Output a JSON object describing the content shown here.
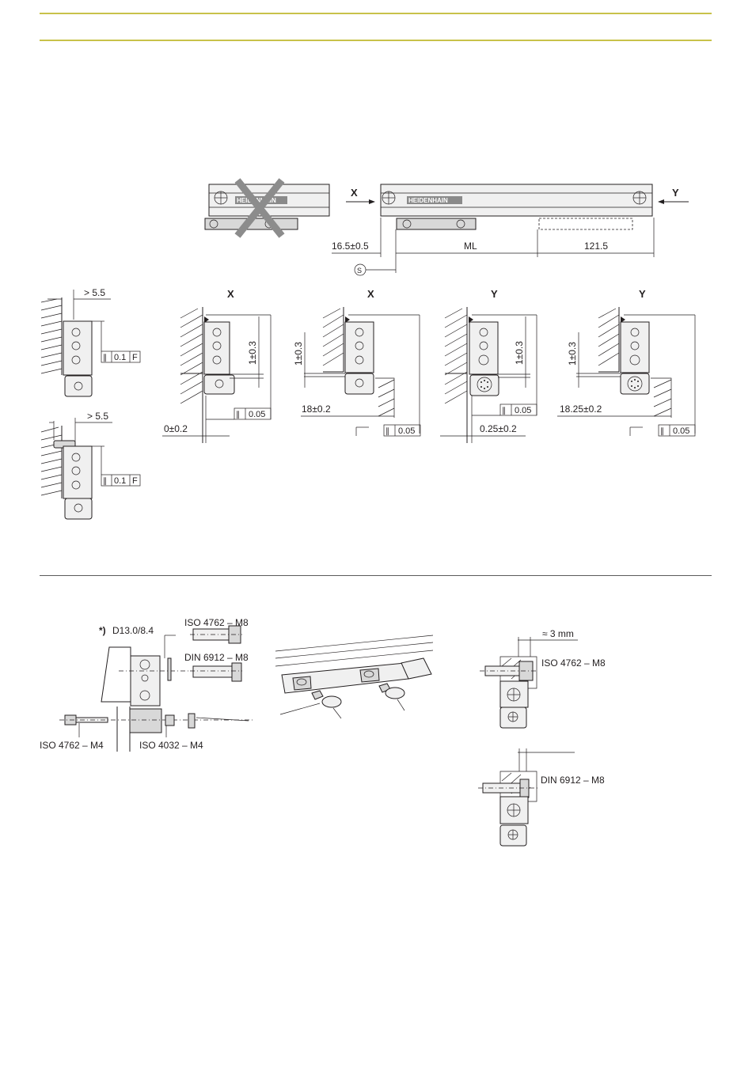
{
  "views": {
    "x": "X",
    "y": "Y",
    "detail_x_1": "X",
    "detail_x_2": "X",
    "detail_y_1": "Y",
    "detail_y_2": "Y"
  },
  "brand": "HEIDENHAIN",
  "datum_symbol": "S",
  "dimensions": {
    "offset": "16.5±0.5",
    "measuring_length": "ML",
    "end_length": "121.5",
    "clearance_1": "> 5.5",
    "clearance_2": "> 5.5",
    "parallel_1": "0.1",
    "parallel_2": "0.1",
    "datum_f_1": "F",
    "datum_f_2": "F",
    "height_1": "1±0.3",
    "height_2": "1±0.3",
    "height_3": "1±0.3",
    "height_4": "1±0.3",
    "tol_1": "0.05",
    "tol_2": "0.05",
    "tol_3": "0.05",
    "tol_4": "0.05",
    "gap_1": "0±0.2",
    "gap_2": "18±0.2",
    "gap_3": "0.25±0.2",
    "gap_4": "18.25±0.2",
    "approx_gap": "≈ 3 mm"
  },
  "mounting": {
    "footnote_marker": "*)",
    "washer": "D13.0/8.4",
    "screw_iso_m8_1": "ISO 4762 – M8",
    "screw_din_m8_1": "DIN 6912 – M8",
    "screw_iso_m4": "ISO 4762 – M4",
    "nut_iso_m4": "ISO 4032 – M4",
    "screw_iso_m8_2": "ISO 4762 – M8",
    "screw_din_m8_2": "DIN 6912 – M8"
  }
}
